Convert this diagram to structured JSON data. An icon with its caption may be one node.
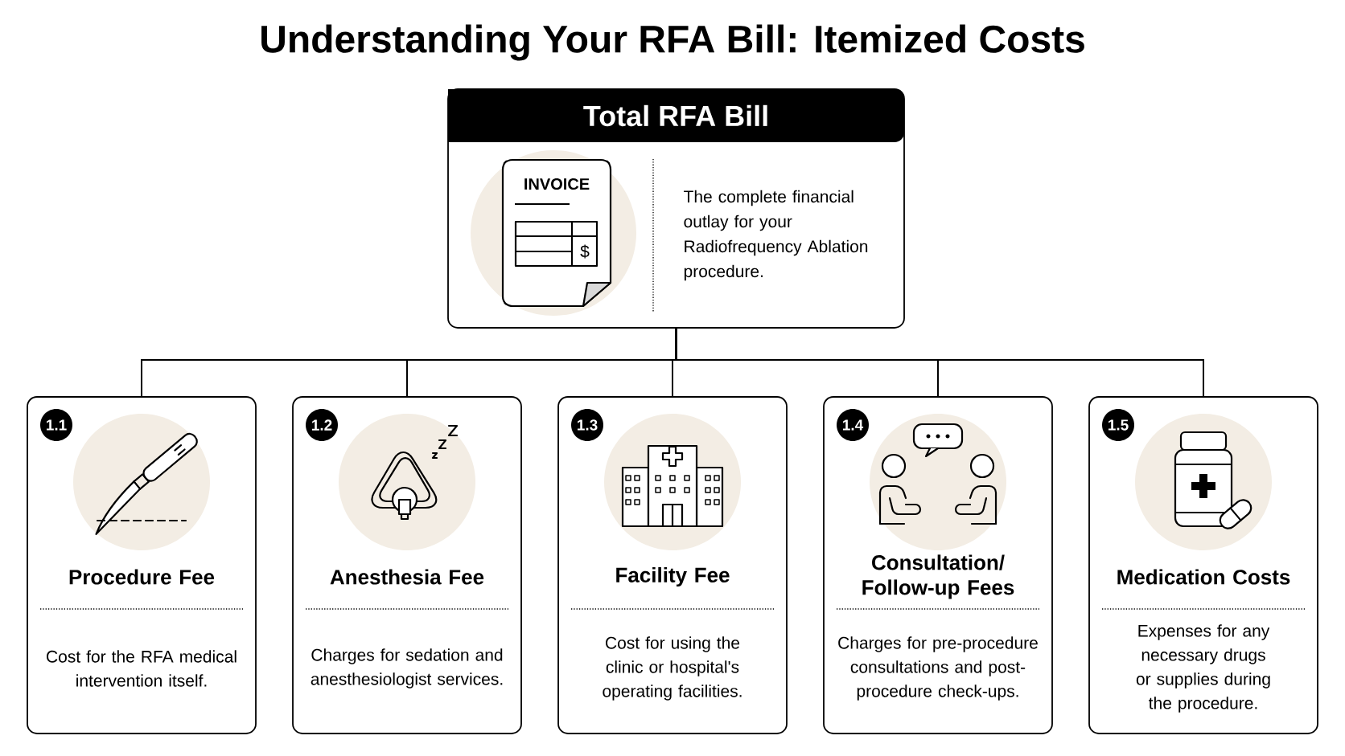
{
  "diagram": {
    "title": "Understanding Your RFA Bill: Itemized Costs",
    "nodes": [
      {
        "text": [
          "Total RFA Bill",
          "The complete financial outlay for your Radiofrequency Ablation procedure."
        ]
      },
      {
        "text": [
          "1.1",
          "Procedure Fee",
          "Cost for the RFA medical intervention itself."
        ]
      },
      {
        "text": [
          "1.2",
          "Anesthesia Fee",
          "Charges for sedation and anesthesiologist services."
        ]
      },
      {
        "text": [
          "1.3",
          "Facility Fee",
          "Cost for using the clinic or hospital's operating facilities."
        ]
      },
      {
        "text": [
          "1.4",
          "Consultation/ Follow-up Fees",
          "Charges for pre-procedure consultations and post-procedure check-ups."
        ]
      },
      {
        "text": [
          "1.5",
          "Medication Costs",
          "Expenses for any necessary drugs or supplies during the procedure."
        ]
      }
    ],
    "edges": [
      {
        "from": 0,
        "to": 1,
        "arrow": "none"
      },
      {
        "from": 0,
        "to": 2,
        "arrow": "none"
      },
      {
        "from": 0,
        "to": 3,
        "arrow": "none"
      },
      {
        "from": 0,
        "to": 4,
        "arrow": "none"
      },
      {
        "from": 0,
        "to": 5,
        "arrow": "none"
      }
    ],
    "labels": [
      "INVOICE",
      "$"
    ]
  }
}
